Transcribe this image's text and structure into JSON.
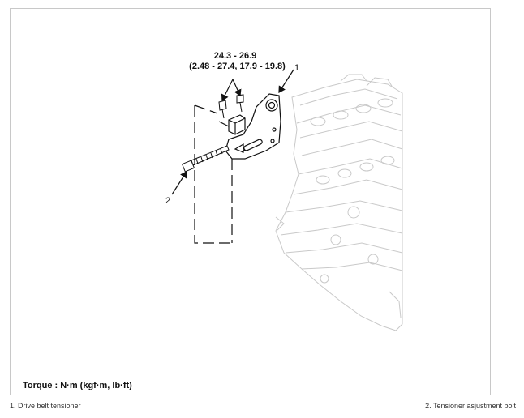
{
  "diagram": {
    "torque_range": "24.3 - 26.9",
    "torque_detail": "(2.48 - 27.4, 17.9 - 19.8)",
    "callout_1": "1",
    "callout_2": "2",
    "torque_units": "Torque : N·m (kgf·m, lb·ft)"
  },
  "legend": {
    "item_1": "1. Drive belt tensioner",
    "item_2": "2. Tensioner asjustment bolt"
  }
}
